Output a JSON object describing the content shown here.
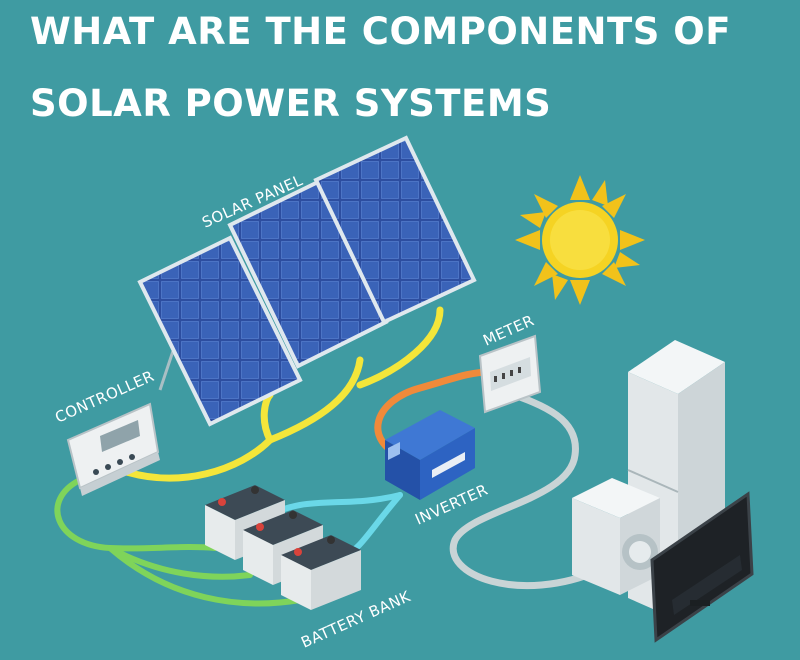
{
  "title": {
    "line1": "WHAT ARE THE COMPONENTS OF",
    "line2": "SOLAR POWER SYSTEMS"
  },
  "labels": {
    "solar_panel": "SOLAR PANEL",
    "controller": "CONTROLLER",
    "meter": "METER",
    "inverter": "INVERTER",
    "battery_bank": "BATTERY BANK"
  },
  "colors": {
    "background": "#3f9ba2",
    "panel": "#2c4a9a",
    "dc_wire": "#f4e63a",
    "battery_wire": "#7fd45a",
    "inverter_wire": "#6ad8e8",
    "ac_wire": "#f08a3a",
    "load_wire": "#c9d4d6",
    "sun": "#f5d323"
  }
}
